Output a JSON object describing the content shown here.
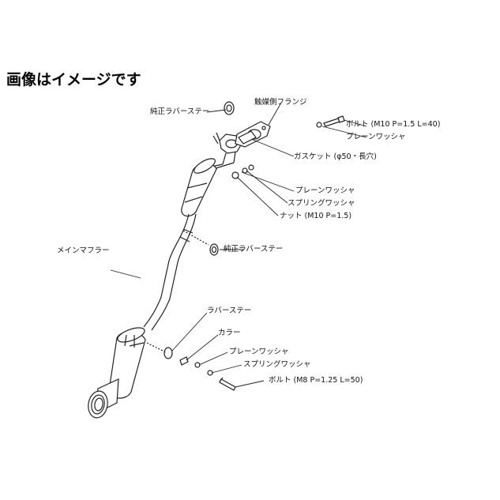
{
  "title": "画像はイメージです",
  "labels": {
    "rubber_stay_top": "純正ラバーステー",
    "cat_flange": "触媒側フランジ",
    "bolt_m10": "ボルト (M10 P=1.5 L=40)",
    "plain_washer_top": "プレーンワッシャ",
    "gasket": "ガスケット (φ50・長穴)",
    "plain_washer_mid": "プレーンワッシャ",
    "spring_washer_mid": "スプリングワッシャ",
    "nut_m10": "ナット (M10 P=1.5)",
    "rubber_stay_mid": "純正ラバーステー",
    "main_muffler": "メインマフラー",
    "rubber_stay_low": "ラバーステー",
    "collar": "カラー",
    "plain_washer_low": "プレーンワッシャ",
    "spring_washer_low": "スプリングワッシャ",
    "bolt_m8": "ボルト (M8 P=1.25 L=50)"
  }
}
